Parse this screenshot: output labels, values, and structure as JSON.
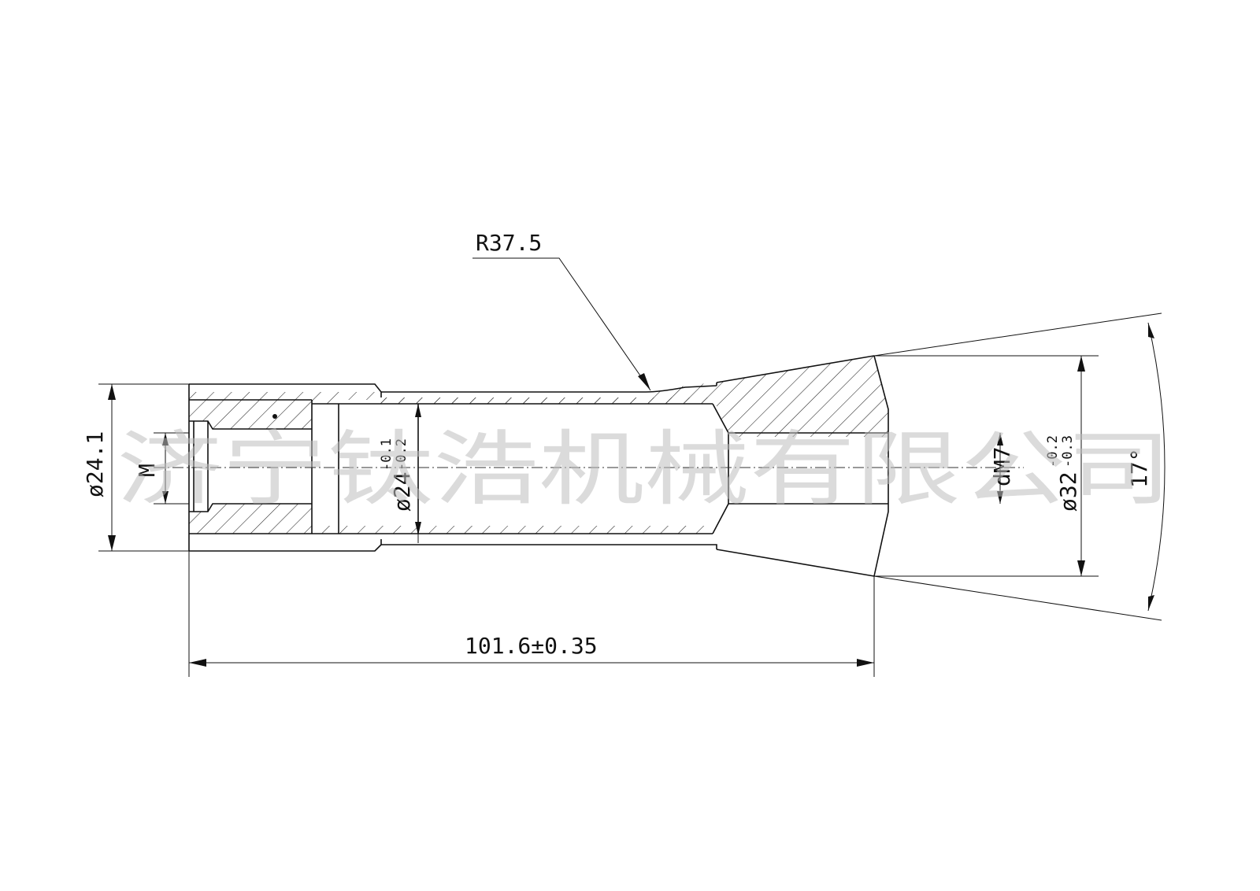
{
  "drawing": {
    "radius_label": "R37.5",
    "length_label": "101.6±0.35",
    "angle_label": "17°",
    "d_left_label": "ø24.1",
    "thread_label": "M",
    "d_mid_label": "ø24",
    "d_mid_tol_upper": "-0.1",
    "d_mid_tol_lower": "-0.2",
    "bore_label": "dM7",
    "d_right_label": "ø32",
    "d_right_tol_upper": "-0.2",
    "d_right_tol_lower": "-0.3"
  },
  "watermark": {
    "text": "济宁钛浩机械有限公司"
  }
}
